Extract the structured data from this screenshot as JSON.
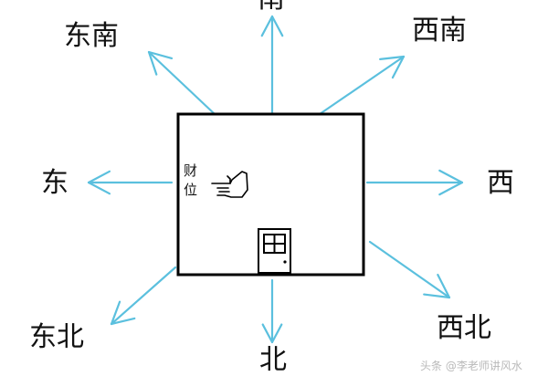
{
  "diagram": {
    "directions": {
      "north": "南",
      "northeast": "东南",
      "northwest": "西南",
      "east": "东",
      "west": "西",
      "southeast": "东北",
      "southwest": "西北",
      "south": "北"
    },
    "wealth_position_label": [
      "财",
      "位"
    ],
    "arrow_color": "#5bc0de",
    "box_color": "#000000",
    "icons": [
      "pointing-hand-icon",
      "door-icon"
    ],
    "watermark": "头条 @李老师讲风水"
  }
}
